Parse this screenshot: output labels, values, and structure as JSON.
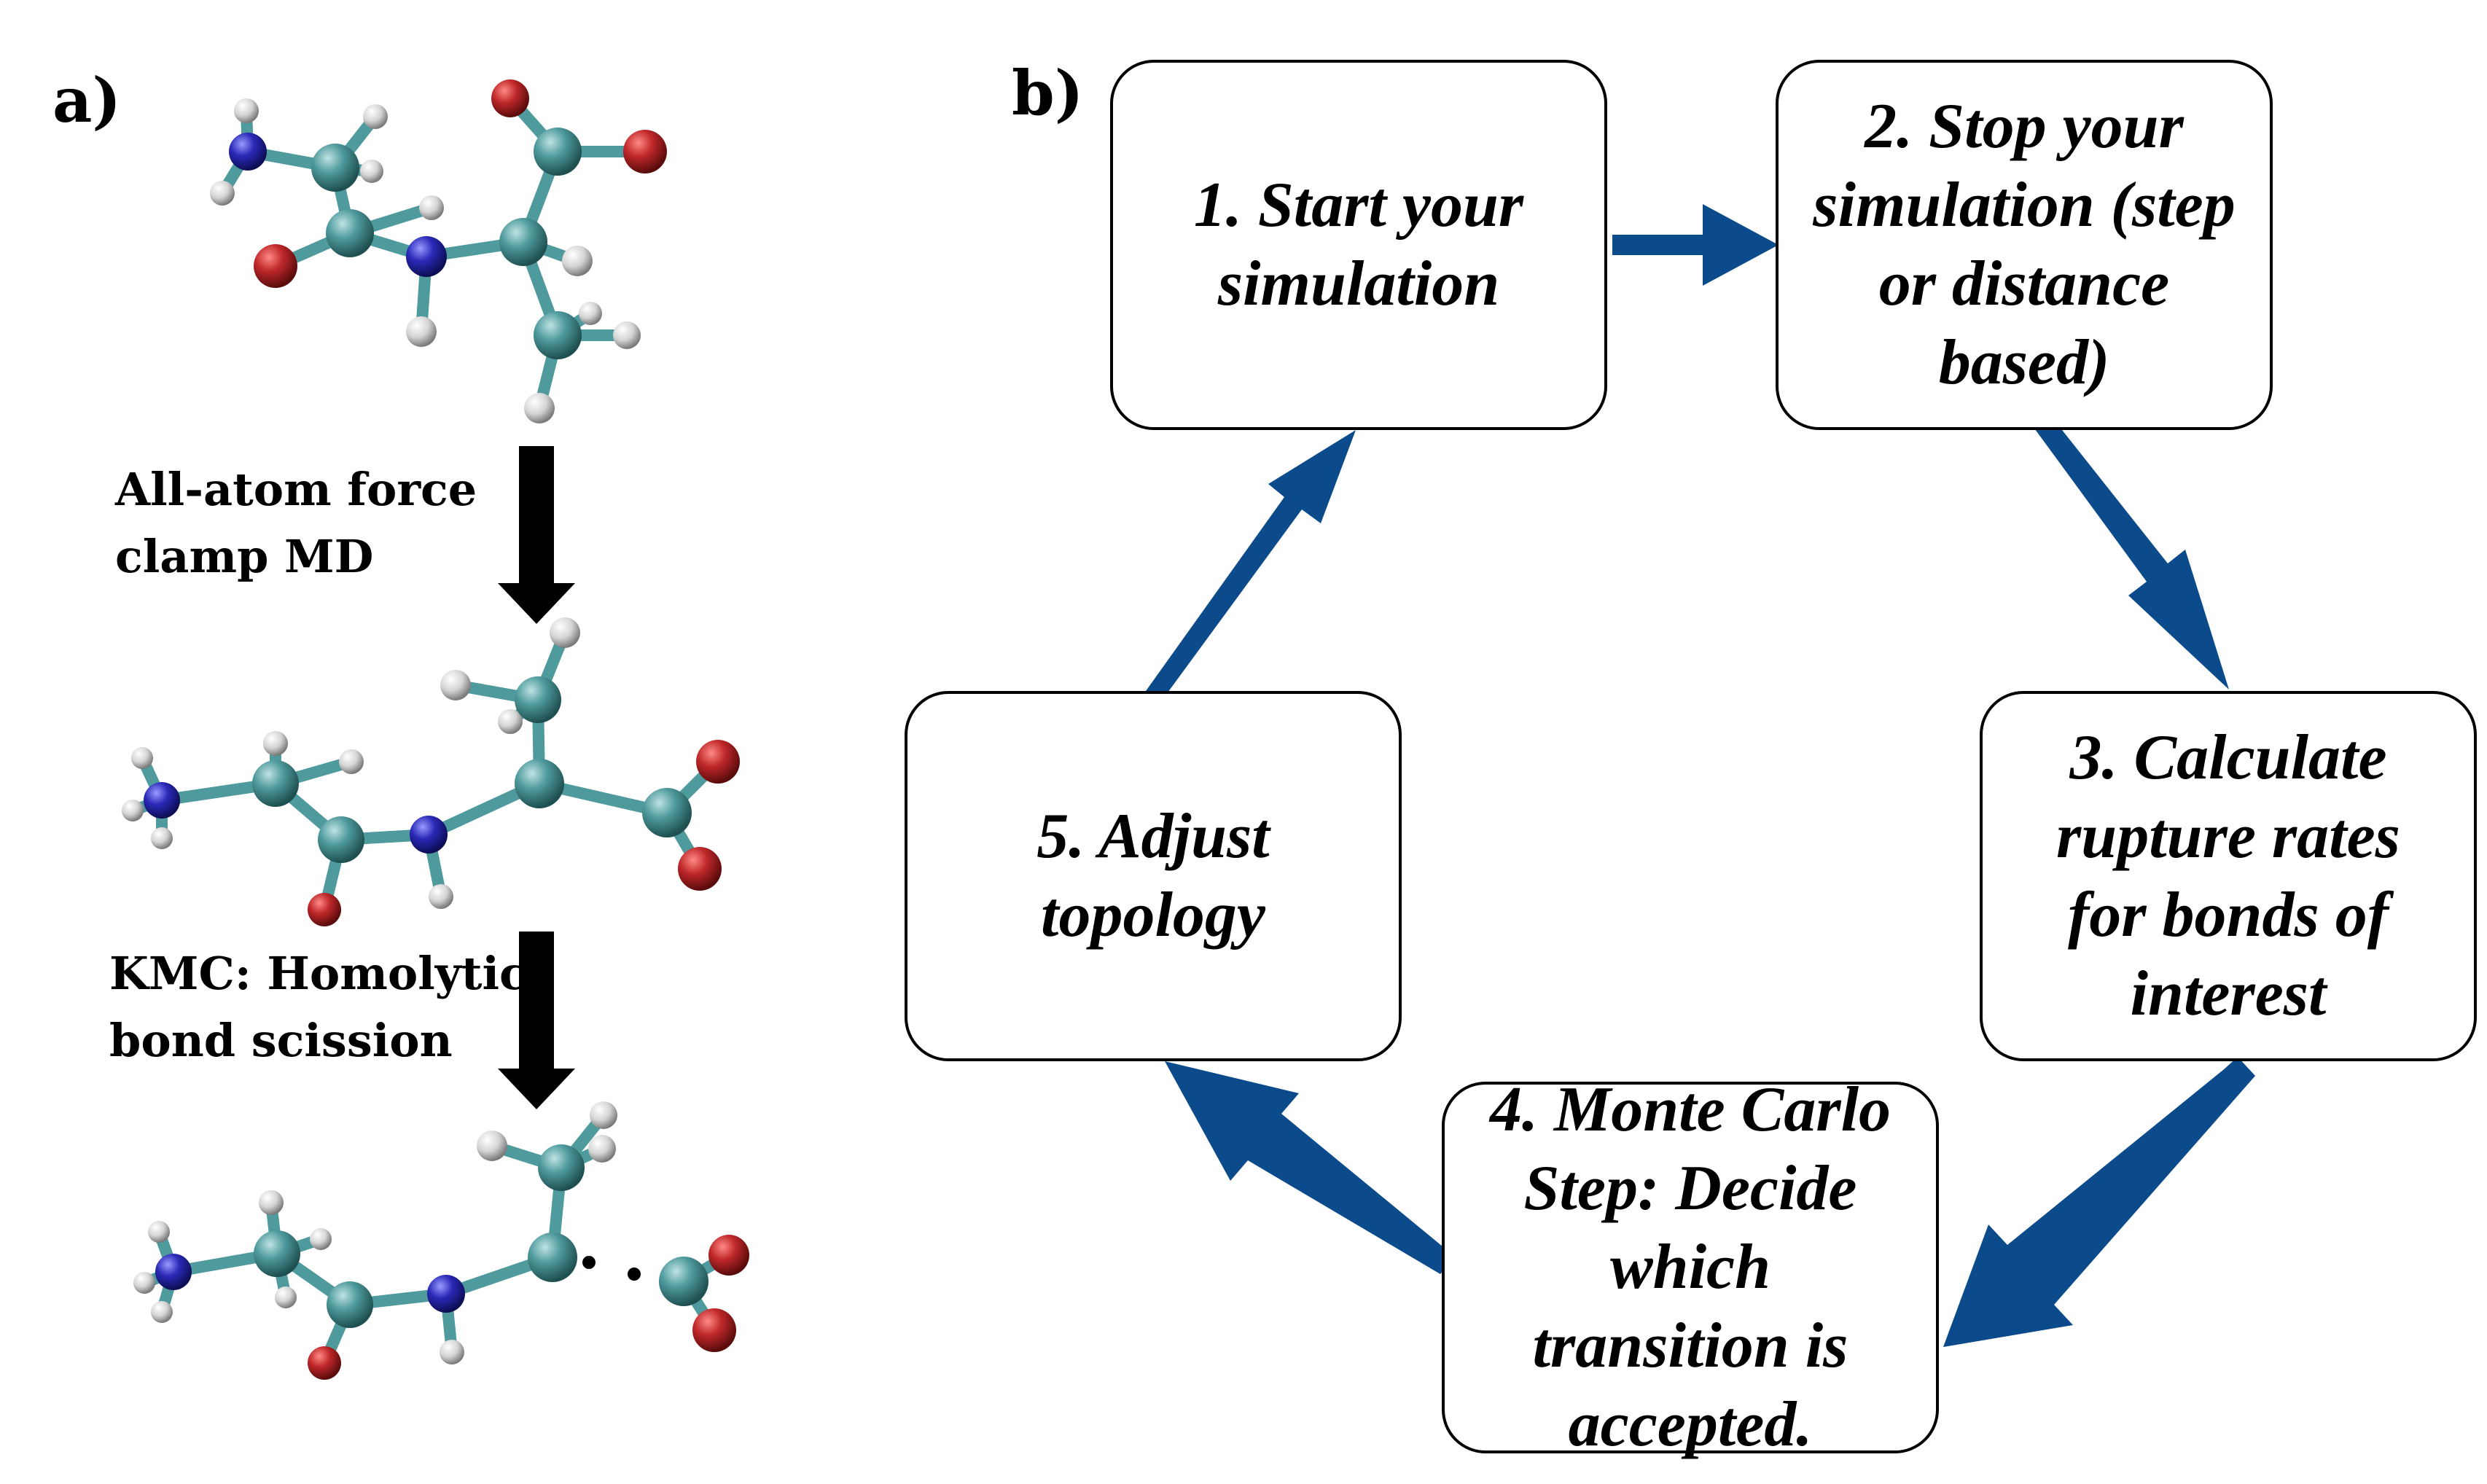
{
  "panel_a": {
    "label": "a)",
    "step1_label": [
      "All-atom force",
      "clamp MD"
    ],
    "step2_label": [
      "KMC: Homolytic",
      "bond scission"
    ]
  },
  "panel_b": {
    "label": "b)",
    "steps": [
      "1. Start your simulation",
      "2. Stop your simulation (step or distance based)",
      "3. Calculate rupture rates for bonds of interest",
      "4. Monte Carlo Step: Decide which transition is accepted.",
      "5. Adjust topology"
    ]
  },
  "colors": {
    "arrow_blue": "#0b4a8b",
    "carbon": "#4e9a9c",
    "oxygen": "#c0282a",
    "nitrogen": "#2a2ab8",
    "hydrogen": "#dcdcdc"
  }
}
